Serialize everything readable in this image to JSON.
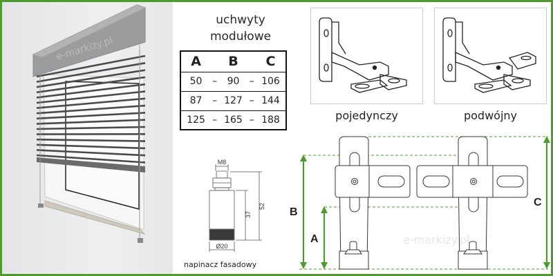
{
  "header": {
    "title_line1": "uchwyty",
    "title_line2": "modułowe"
  },
  "table": {
    "columns": [
      "A",
      "B",
      "C"
    ],
    "separator": "–",
    "rows": [
      [
        "50",
        "90",
        "106"
      ],
      [
        "87",
        "127",
        "144"
      ],
      [
        "125",
        "165",
        "188"
      ]
    ]
  },
  "brackets": {
    "single_label": "pojedynczy",
    "double_label": "podwójny"
  },
  "tensioner": {
    "label": "napinacz fasadowy",
    "thread": "M8",
    "height_body": "37",
    "height_total": "52",
    "diameter": "Ø20"
  },
  "dimension_labels": {
    "a": "A",
    "b": "B",
    "c": "C"
  },
  "watermark": "e-markizy.pl",
  "colors": {
    "border": "#4e9a2f",
    "dimension_line": "#4e9a2f",
    "ink": "#222222"
  }
}
